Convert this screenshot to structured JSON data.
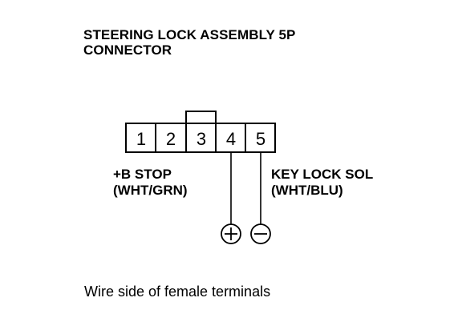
{
  "title": {
    "line1": "STEERING LOCK ASSEMBLY 5P",
    "line2": "CONNECTOR"
  },
  "connector": {
    "pins": [
      "1",
      "2",
      "3",
      "4",
      "5"
    ]
  },
  "wires": {
    "left": {
      "line1": "+B STOP",
      "line2": "(WHT/GRN)",
      "terminal": "4",
      "probe": "plus-icon"
    },
    "right": {
      "line1": "KEY LOCK SOL",
      "line2": "(WHT/BLU)",
      "terminal": "5",
      "probe": "minus-icon"
    }
  },
  "caption": "Wire side of female terminals"
}
